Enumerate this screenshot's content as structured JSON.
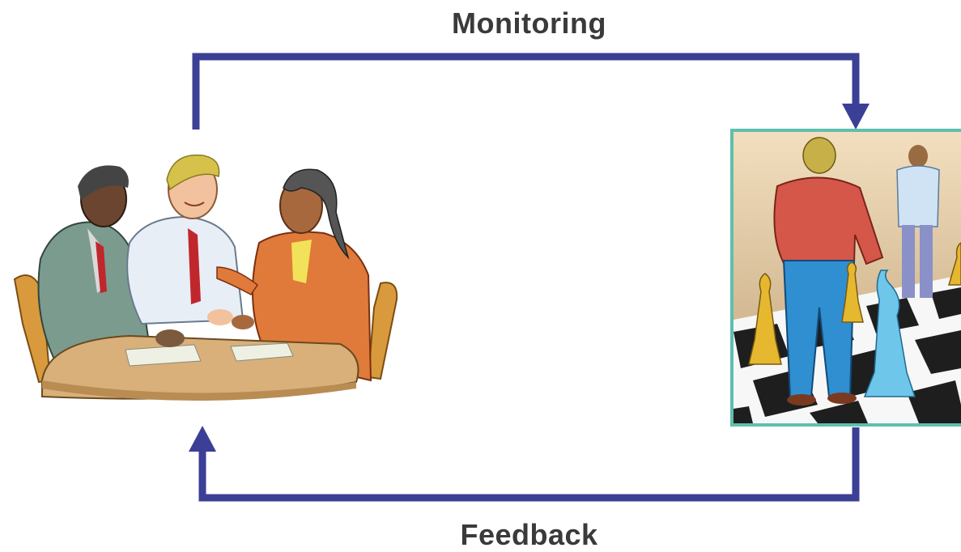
{
  "diagram": {
    "top_label": "Monitoring",
    "bottom_label": "Feedback",
    "arrow_color": "#3b3f96",
    "frame_color": "#5fbfae",
    "left_illustration": "business-meeting",
    "right_illustration": "chess-strategy"
  }
}
